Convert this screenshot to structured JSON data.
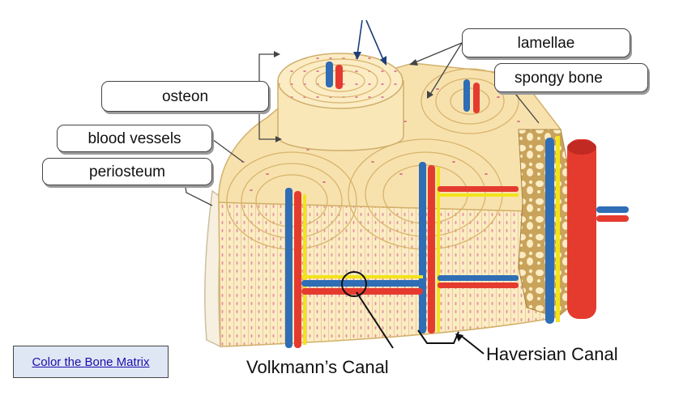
{
  "labels": {
    "osteon": "osteon",
    "blood_vessels": "blood vessels",
    "periosteum": "periosteum",
    "lamellae": "lamellae",
    "spongy_bone": "spongy bone",
    "volkmanns_canal": "Volkmann’s Canal",
    "haversian_canal": "Haversian Canal"
  },
  "link": {
    "text": "Color the Bone Matrix"
  },
  "colors": {
    "bone_light": "#fbecc4",
    "bone_mid": "#f3d79a",
    "bone_line": "#d9b36c",
    "osteocyte": "#d44f86",
    "artery": "#e53b2f",
    "vein": "#2f6db5",
    "nerve": "#f2e31b",
    "spongy": "#b8924a",
    "link_bg": "#dfe7f5"
  }
}
